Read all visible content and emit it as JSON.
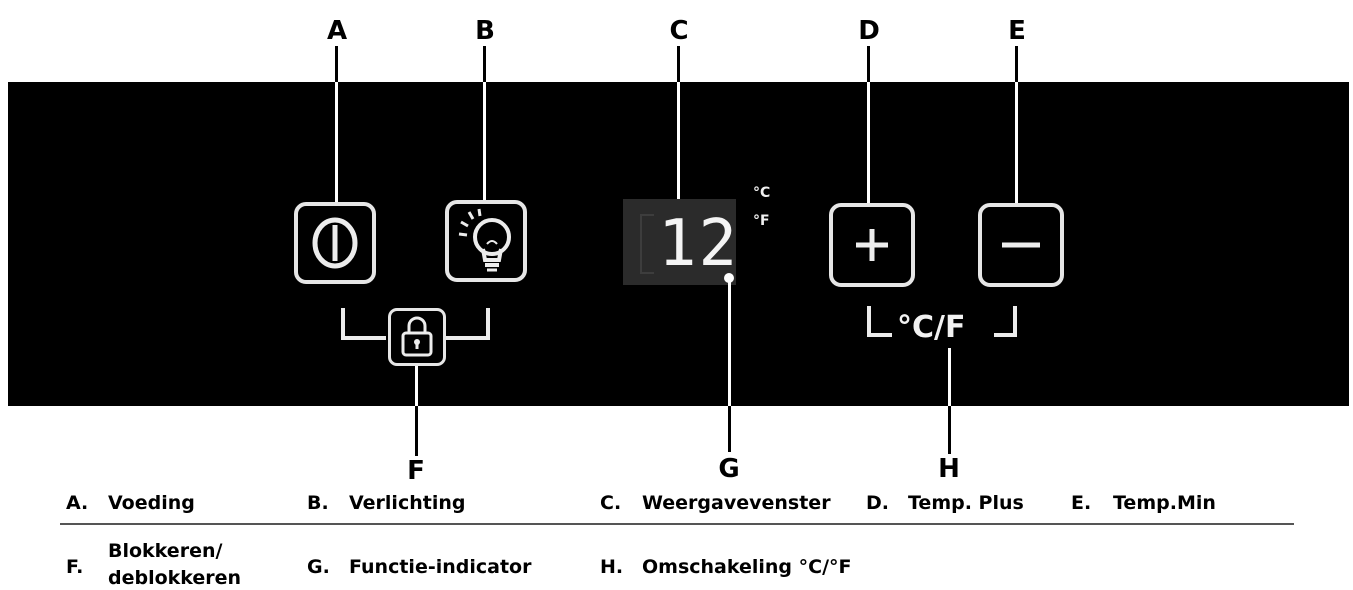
{
  "callouts": {
    "a": "A",
    "b": "B",
    "c": "C",
    "d": "D",
    "e": "E",
    "f": "F",
    "g": "G",
    "h": "H"
  },
  "display": {
    "value": "12",
    "unit_c": "°C",
    "unit_f": "°F"
  },
  "unit_switch_label": "°C/F",
  "legend": {
    "row1": [
      {
        "letter": "A.",
        "label": "Voeding"
      },
      {
        "letter": "B.",
        "label": "Verlichting"
      },
      {
        "letter": "C.",
        "label": "Weergavevenster"
      },
      {
        "letter": "D.",
        "label": "Temp. Plus"
      },
      {
        "letter": "E.",
        "label": "Temp.Min"
      }
    ],
    "row2": [
      {
        "letter": "F.",
        "label_line1": "Blokkeren/",
        "label_line2": "deblokkeren"
      },
      {
        "letter": "G.",
        "label": "Functie-indicator"
      },
      {
        "letter": "H.",
        "label": "Omschakeling °C/°F"
      }
    ]
  },
  "icons": {
    "power": "power-icon",
    "light": "light-bulb-icon",
    "lock": "padlock-icon",
    "plus": "plus-icon",
    "minus": "minus-icon"
  },
  "colors": {
    "panel": "#000000",
    "button_border": "#e6e6e6",
    "display_bg": "#2b2b2b"
  }
}
